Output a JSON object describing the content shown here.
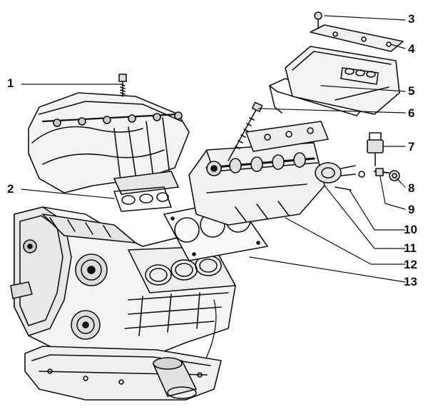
{
  "diagram": {
    "callouts": [
      {
        "id": "1",
        "label": "1"
      },
      {
        "id": "2",
        "label": "2"
      },
      {
        "id": "3",
        "label": "3"
      },
      {
        "id": "4",
        "label": "4"
      },
      {
        "id": "5",
        "label": "5"
      },
      {
        "id": "6",
        "label": "6"
      },
      {
        "id": "7",
        "label": "7"
      },
      {
        "id": "8",
        "label": "8"
      },
      {
        "id": "9",
        "label": "9"
      },
      {
        "id": "10",
        "label": "10"
      },
      {
        "id": "11",
        "label": "11"
      },
      {
        "id": "12",
        "label": "12"
      },
      {
        "id": "13",
        "label": "13"
      }
    ],
    "line_color": "#111111",
    "background": "#ffffff"
  }
}
